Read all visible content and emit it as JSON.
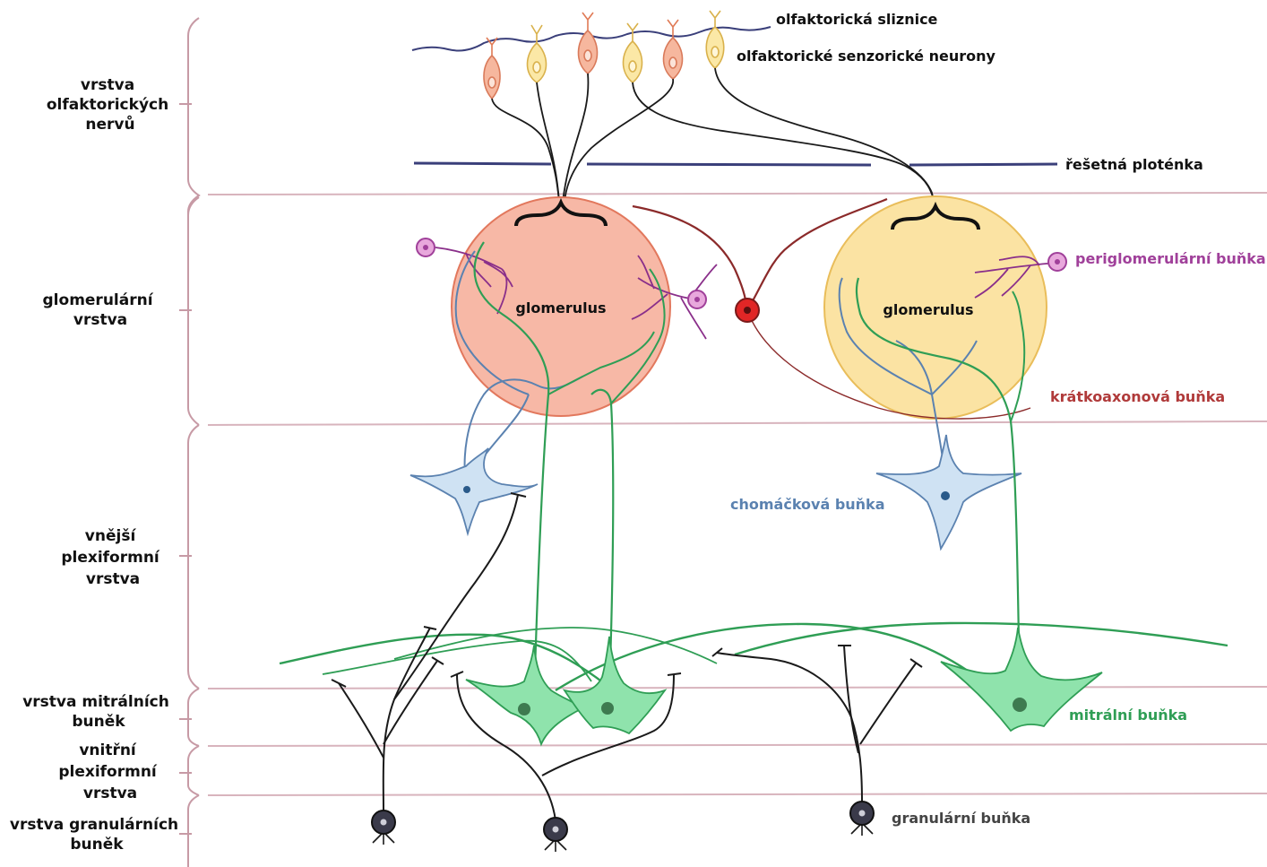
{
  "layers": [
    {
      "lines": [
        "vrstva",
        "olfaktorických",
        "nervů"
      ]
    },
    {
      "lines": [
        "glomerulární",
        "vrstva"
      ]
    },
    {
      "lines": [
        "vnější",
        "plexiformní",
        "vrstva"
      ]
    },
    {
      "lines": [
        "vrstva mitrálních",
        "buněk"
      ]
    },
    {
      "lines": [
        "vnitřní",
        "plexiformní",
        "vrstva"
      ]
    },
    {
      "lines": [
        "vrstva granulárních",
        "buněk"
      ]
    }
  ],
  "annotations": {
    "mucosa": "olfaktorická sliznice",
    "sensory_neurons": "olfaktorické senzorické neurony",
    "cribriform_plate": "řešetná ploténka",
    "periglomerular": "periglomerulární buňka",
    "short_axon": "krátkoaxonová buňka",
    "tufted": "chomáčková buňka",
    "mitral": "mitrální buňka",
    "granule": "granulární buňka"
  },
  "glomeruli": {
    "left": "glomerulus",
    "right": "glomerulus"
  },
  "colors": {
    "periglomerular": "#a0409a",
    "short_axon": "#b03a3a",
    "tufted": "#5b82b0",
    "mitral": "#2f9e55",
    "granule": "#444444",
    "layer_line": "#d8b4bd",
    "glomerulus_left": "#f7b8a6",
    "glomerulus_right": "#fbe3a3",
    "neuron_orange": "#f6b79e",
    "neuron_yellow": "#fbe8a6",
    "plate": "#3a3f7a"
  }
}
